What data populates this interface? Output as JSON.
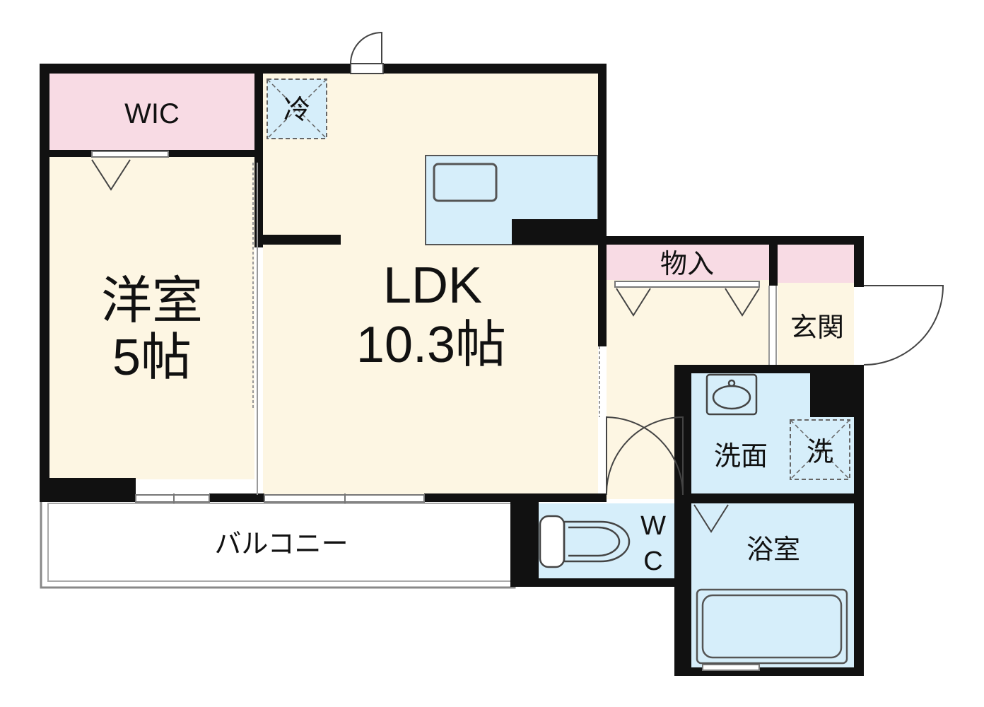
{
  "colors": {
    "wall": "#111111",
    "room_cream": "#fdf6e3",
    "wic_pink": "#f8dbe4",
    "water_blue": "#d6eefa",
    "outline_gray": "#444444"
  },
  "labels": {
    "wic": "WIC",
    "refrigerator": "冷",
    "western_room_name": "洋室",
    "western_room_size": "5帖",
    "ldk_name": "LDK",
    "ldk_size": "10.3帖",
    "storage": "物入",
    "entrance": "玄関",
    "washroom": "洗面",
    "washing_machine": "洗",
    "toilet_w": "W",
    "toilet_c": "C",
    "bathroom": "浴室",
    "balcony": "バルコニー"
  },
  "icons": [
    "refrigerator-icon",
    "washing-machine-icon",
    "kitchen-sink-icon",
    "wash-basin-icon",
    "toilet-icon",
    "bathtub-icon",
    "door-swing-icon",
    "closet-door-icon"
  ]
}
